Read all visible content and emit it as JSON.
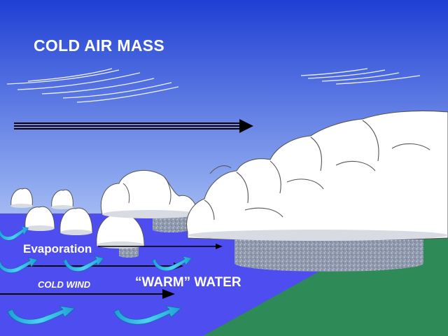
{
  "labels": {
    "title": "COLD AIR MASS",
    "evaporation": "Evaporation",
    "cold_wind": "COLD WIND",
    "warm_water": "“WARM” WATER"
  },
  "colors": {
    "sky_top": "#1f3fd4",
    "sky_bottom": "#ffffff",
    "water": "#4d4df0",
    "land": "#2e8b57",
    "cloud": "#ffffff",
    "precipitation": "#9aa3b8",
    "curl_arrow": "#29b6e8",
    "arrow": "#000000"
  }
}
